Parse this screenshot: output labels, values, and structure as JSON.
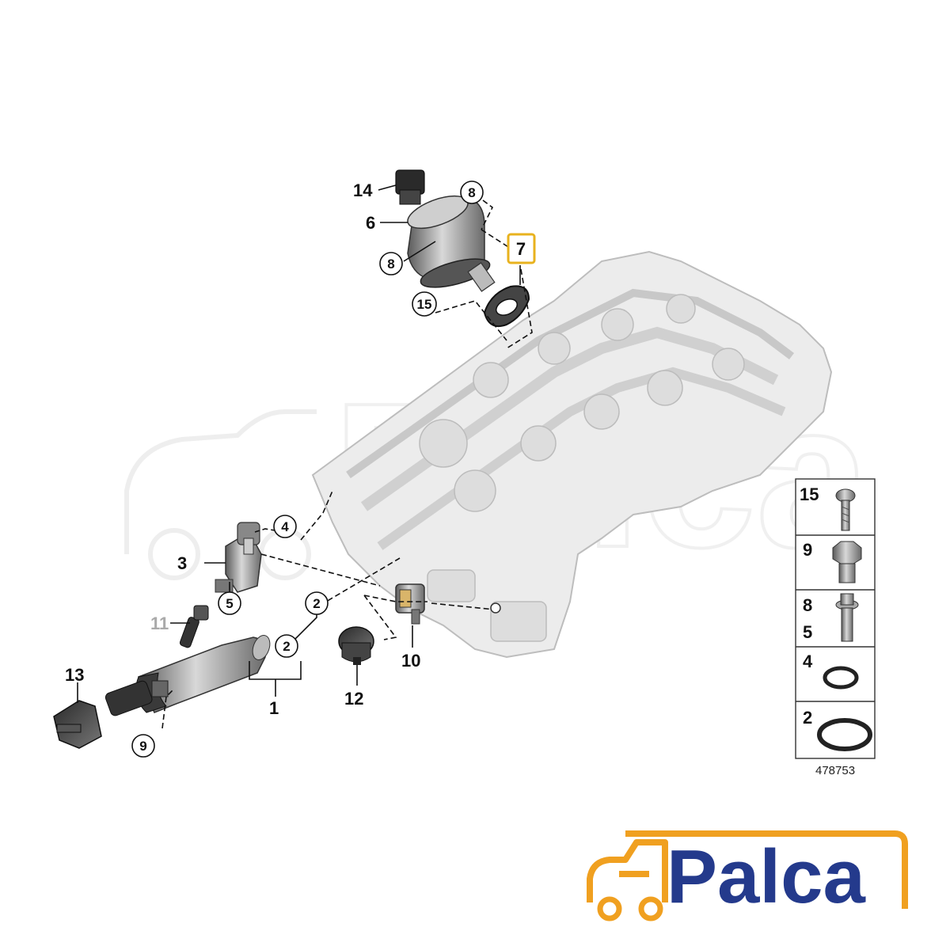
{
  "diagram": {
    "callouts": {
      "c14": "14",
      "c6": "6",
      "c8a": "8",
      "c8b": "8",
      "c7": "7",
      "c15": "15",
      "c4": "4",
      "c3": "3",
      "c5": "5",
      "c11": "11",
      "c2a": "2",
      "c2b": "2",
      "c10": "10",
      "c12": "12",
      "c1": "1",
      "c13": "13",
      "c9": "9"
    },
    "highlight_color": "#e8b21e",
    "legend": {
      "rows": [
        {
          "num": "15",
          "part": "screw-icon"
        },
        {
          "num": "9",
          "part": "hex-bolt-icon"
        },
        {
          "num": "8",
          "num2": "5",
          "part": "collar-bolt-icon"
        },
        {
          "num": "4",
          "part": "o-ring-small-icon"
        },
        {
          "num": "2",
          "part": "o-ring-large-icon"
        }
      ]
    },
    "diagram_id": "478753"
  },
  "logo": {
    "text": "Palca",
    "brand_color": "#243a8c",
    "accent_color": "#f0a020"
  }
}
